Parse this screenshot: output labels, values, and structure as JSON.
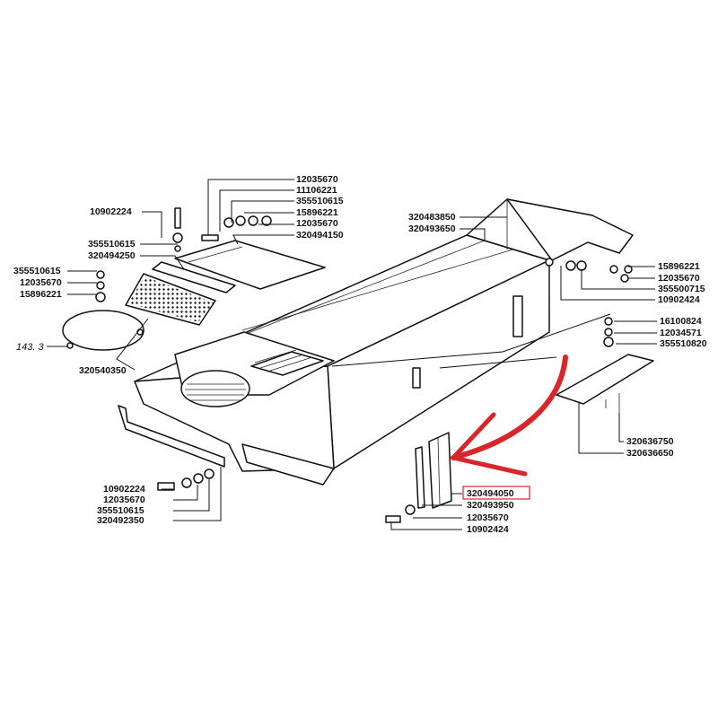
{
  "labels": {
    "top_left_group": [
      "12035670",
      "11106221",
      "355510615",
      "15896221",
      "12035670",
      "320494150"
    ],
    "bolt_top_left": "10902224",
    "left_group": [
      "355510615",
      "320494250",
      "355510615",
      "12035670",
      "15896221"
    ],
    "clamp_ref": "143. 3",
    "clamp_part": "320540350",
    "bottom_left_group": [
      "10902224",
      "12035670",
      "355510615",
      "320492350"
    ],
    "top_right_group": [
      "320483850",
      "320493650"
    ],
    "right_upper_group": [
      "15896221",
      "12035670",
      "355500715",
      "10902424"
    ],
    "right_mid_group": [
      "16100824",
      "12034571",
      "355510820"
    ],
    "right_lower_group": [
      "320636750",
      "320636650"
    ],
    "bottom_center_group": [
      "320494050",
      "320493950",
      "12035670",
      "10902424"
    ]
  },
  "highlight": {
    "part": "320494050",
    "color": "#d9262b"
  }
}
